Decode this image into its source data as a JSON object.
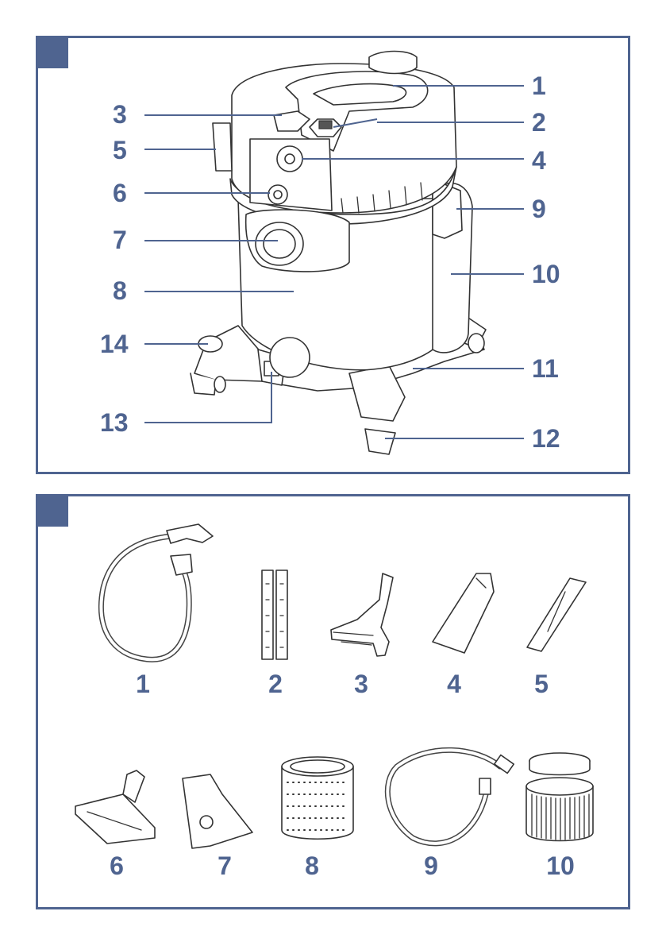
{
  "figure_1": {
    "callouts": [
      "1",
      "2",
      "3",
      "4",
      "5",
      "6",
      "7",
      "8",
      "9",
      "10",
      "11",
      "12",
      "13",
      "14"
    ]
  },
  "figure_2": {
    "accessories": [
      "1",
      "2",
      "3",
      "4",
      "5",
      "6",
      "7",
      "8",
      "9",
      "10"
    ]
  },
  "colors": {
    "accent": "#4f6490",
    "line_art": "#333333"
  }
}
